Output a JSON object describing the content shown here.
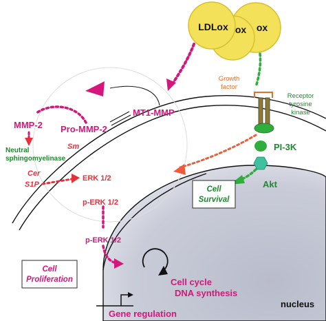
{
  "colors": {
    "magenta": "#d6167a",
    "red": "#e8303a",
    "green_text": "#1e8a2e",
    "green_arrow": "#2fae3c",
    "orange_text": "#e0702a",
    "ldl_fill": "#f3e15a",
    "ldl_stroke": "#d8c02a",
    "nucleus_fill": "#c9ccd8",
    "black": "#111111",
    "box_border": "#2a2a2a"
  },
  "labels": {
    "ldlox": "LDLox",
    "ox1": "ox",
    "ox2": "ox",
    "growth_factor_line1": "Growth",
    "growth_factor_line2": "factor",
    "receptor_line1": "Receptor",
    "receptor_line2": "tyrosine",
    "receptor_line3": "kinase",
    "pi3k": "PI-3K",
    "akt": "Akt",
    "mt1_mmp": "MT1-MMP",
    "pro_mmp2": "Pro-MMP-2",
    "mmp2": "MMP-2",
    "neutral_line1": "Neutral",
    "neutral_line2": "sphingomyelinase",
    "sm": "Sm",
    "cer": "Cer",
    "s1p": "S1P",
    "erk": "ERK 1/2",
    "perk1": "p-ERK 1/2",
    "perk2": "p-ERK 1/2",
    "cell_survival_line1": "Cell",
    "cell_survival_line2": "Survival",
    "cell_prolif_line1": "Cell",
    "cell_prolif_line2": "Proliferation",
    "cell_cycle": "Cell cycle",
    "dna_synthesis": "DNA synthesis",
    "gene_regulation": "Gene regulation",
    "nucleus": "nucleus"
  }
}
